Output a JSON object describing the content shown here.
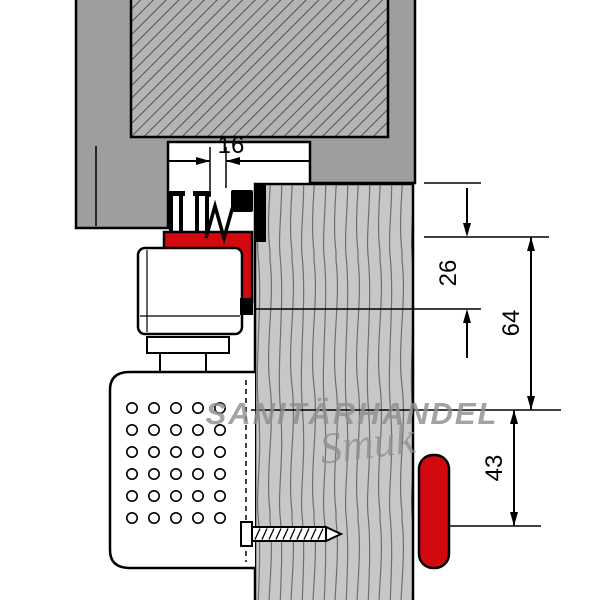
{
  "dimensions": {
    "width_16": "16",
    "dist_26": "26",
    "dist_64": "64",
    "dist_43": "43"
  },
  "watermark": {
    "line1": "SANITÄRHANDEL",
    "line2": "Smuk"
  },
  "colors": {
    "accent_red": "#d20a10",
    "frame_gray": "#9e9e9e",
    "hatch_gray": "#b4b4b4",
    "hatch_line_gray": "#3f3f3f",
    "wood_gray": "#c7c7c7",
    "wood_grain_gray": "#6e6e6e",
    "outline_black": "#000000",
    "watermark_gray": "#8f8f8f"
  }
}
